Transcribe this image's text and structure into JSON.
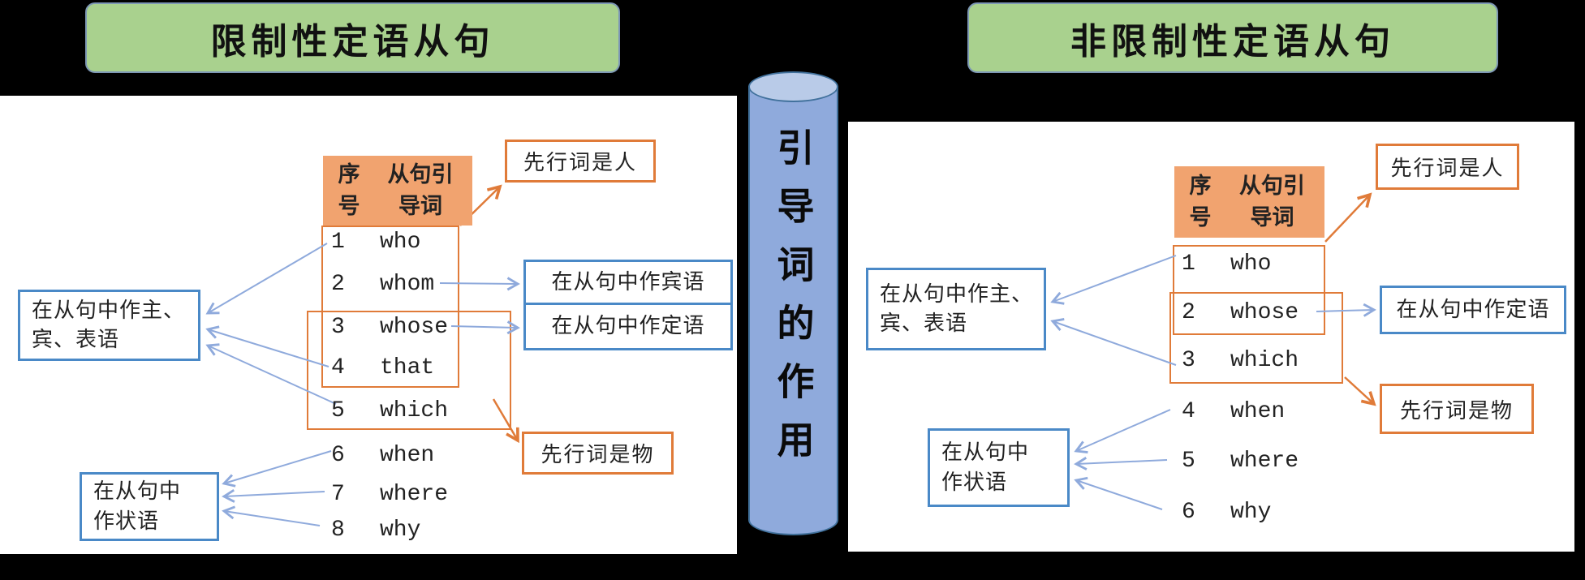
{
  "colors": {
    "page_bg": "#000000",
    "panel_bg": "#ffffff",
    "green_bg": "#A9D18E",
    "green_border": "#7D97B5",
    "cyl_fill": "#8FAADC",
    "cyl_top_fill": "#B9CBE8",
    "cyl_stroke": "#41719C",
    "thead_bg": "#F1A36F",
    "orange": "#E07B39",
    "blue_border": "#4A89C7",
    "blue_arrow": "#8FAADC"
  },
  "headers": {
    "left": "限制性定语从句",
    "right": "非限制性定语从句"
  },
  "cylinder": {
    "text": "引导词的作用"
  },
  "left_panel": {
    "table": {
      "header": {
        "col1": [
          "序",
          "号"
        ],
        "col2": [
          "从句引",
          "导词"
        ]
      },
      "rows": [
        {
          "num": "1",
          "word": "who"
        },
        {
          "num": "2",
          "word": "whom"
        },
        {
          "num": "3",
          "word": "whose"
        },
        {
          "num": "4",
          "word": "that"
        },
        {
          "num": "5",
          "word": "which"
        },
        {
          "num": "6",
          "word": "when"
        },
        {
          "num": "7",
          "word": "where"
        },
        {
          "num": "8",
          "word": "why"
        }
      ]
    },
    "boxes": {
      "antecedent_person": "先行词是人",
      "object_role": "在从句中作宾语",
      "attributive_role": "在从句中作定语",
      "subject_role": [
        "在从句中作主、",
        "宾、表语"
      ],
      "adverbial_role": [
        "在从句中",
        "作状语"
      ],
      "antecedent_thing": "先行词是物"
    }
  },
  "right_panel": {
    "table": {
      "header": {
        "col1": [
          "序",
          "号"
        ],
        "col2": [
          "从句引",
          "导词"
        ]
      },
      "rows": [
        {
          "num": "1",
          "word": "who"
        },
        {
          "num": "2",
          "word": "whose"
        },
        {
          "num": "3",
          "word": "which"
        },
        {
          "num": "4",
          "word": "when"
        },
        {
          "num": "5",
          "word": "where"
        },
        {
          "num": "6",
          "word": "why"
        }
      ]
    },
    "boxes": {
      "antecedent_person": "先行词是人",
      "attributive_role": "在从句中作定语",
      "subject_role": [
        "在从句中作主、",
        "宾、表语"
      ],
      "adverbial_role": [
        "在从句中",
        "作状语"
      ],
      "antecedent_thing": "先行词是物"
    }
  }
}
